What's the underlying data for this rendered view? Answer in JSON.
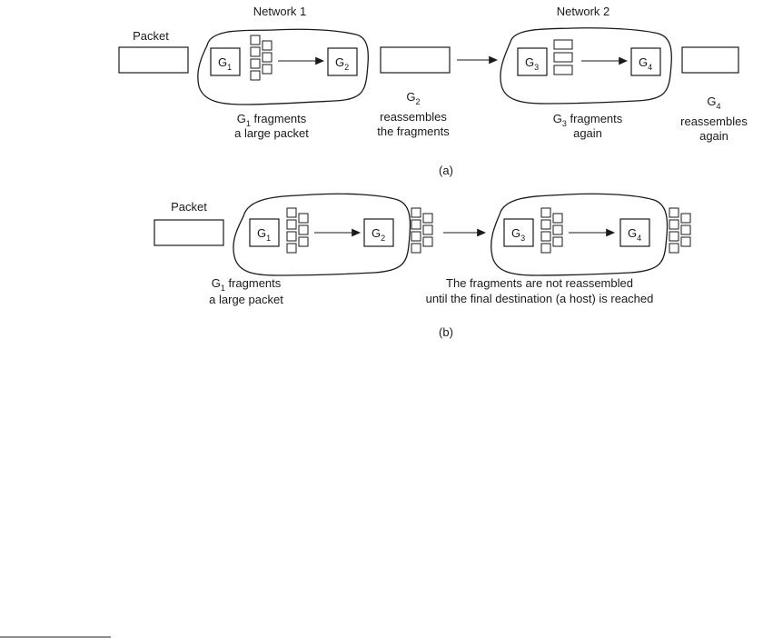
{
  "part_a": {
    "network1_title": "Network 1",
    "network2_title": "Network 2",
    "packet_label": "Packet",
    "g1": "G",
    "g1_sub": "1",
    "g2": "G",
    "g2_sub": "2",
    "g3": "G",
    "g3_sub": "3",
    "g4": "G",
    "g4_sub": "4",
    "cap1_line1_pre": "G",
    "cap1_line1_sub": "1",
    "cap1_line1_post": " fragments",
    "cap1_line2": "a large packet",
    "cap2_line1_pre": "G",
    "cap2_line1_sub": "2",
    "cap2_line2": "reassembles",
    "cap2_line3": "the fragments",
    "cap3_line1_pre": "G",
    "cap3_line1_sub": "3",
    "cap3_line1_post": " fragments",
    "cap3_line2": "again",
    "cap4_line1_pre": "G",
    "cap4_line1_sub": "4",
    "cap4_line2": "reassembles",
    "cap4_line3": "again",
    "part_label": "(a)"
  },
  "part_b": {
    "packet_label": "Packet",
    "g1": "G",
    "g1_sub": "1",
    "g2": "G",
    "g2_sub": "2",
    "g3": "G",
    "g3_sub": "3",
    "g4": "G",
    "g4_sub": "4",
    "cap1_line1_pre": "G",
    "cap1_line1_sub": "1",
    "cap1_line1_post": " fragments",
    "cap1_line2": "a large packet",
    "cap2_line1": "The fragments are not reassembled",
    "cap2_line2": "until the final destination (a host) is reached",
    "part_label": "(b)"
  }
}
